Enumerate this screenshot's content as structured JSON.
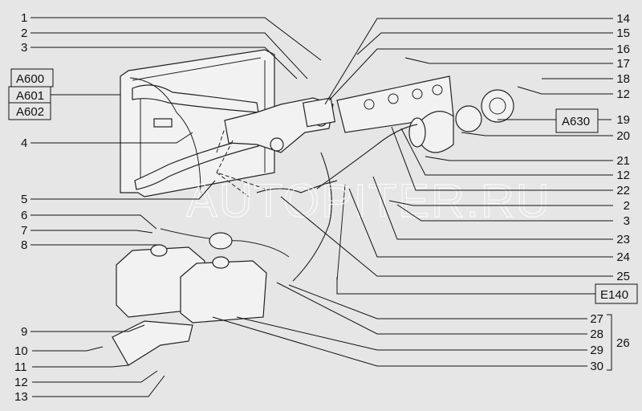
{
  "title": "Cooling system parts diagram",
  "watermark": "AUTOPITER.RU",
  "ref_boxes": {
    "a600": "A600",
    "a601": "A601",
    "a602": "A602",
    "a630": "A630",
    "e140": "E140"
  },
  "left_callouts": [
    "1",
    "2",
    "3",
    "4",
    "5",
    "6",
    "7",
    "8",
    "9",
    "10",
    "11",
    "12",
    "13"
  ],
  "right_callouts": [
    "14",
    "15",
    "16",
    "17",
    "18",
    "12",
    "19",
    "20",
    "21",
    "12",
    "22",
    "2",
    "3",
    "23",
    "24",
    "25",
    "27",
    "28",
    "29",
    "30"
  ],
  "group_callout": "26",
  "colors": {
    "background": "#e6e6e6",
    "line": "#111111"
  }
}
